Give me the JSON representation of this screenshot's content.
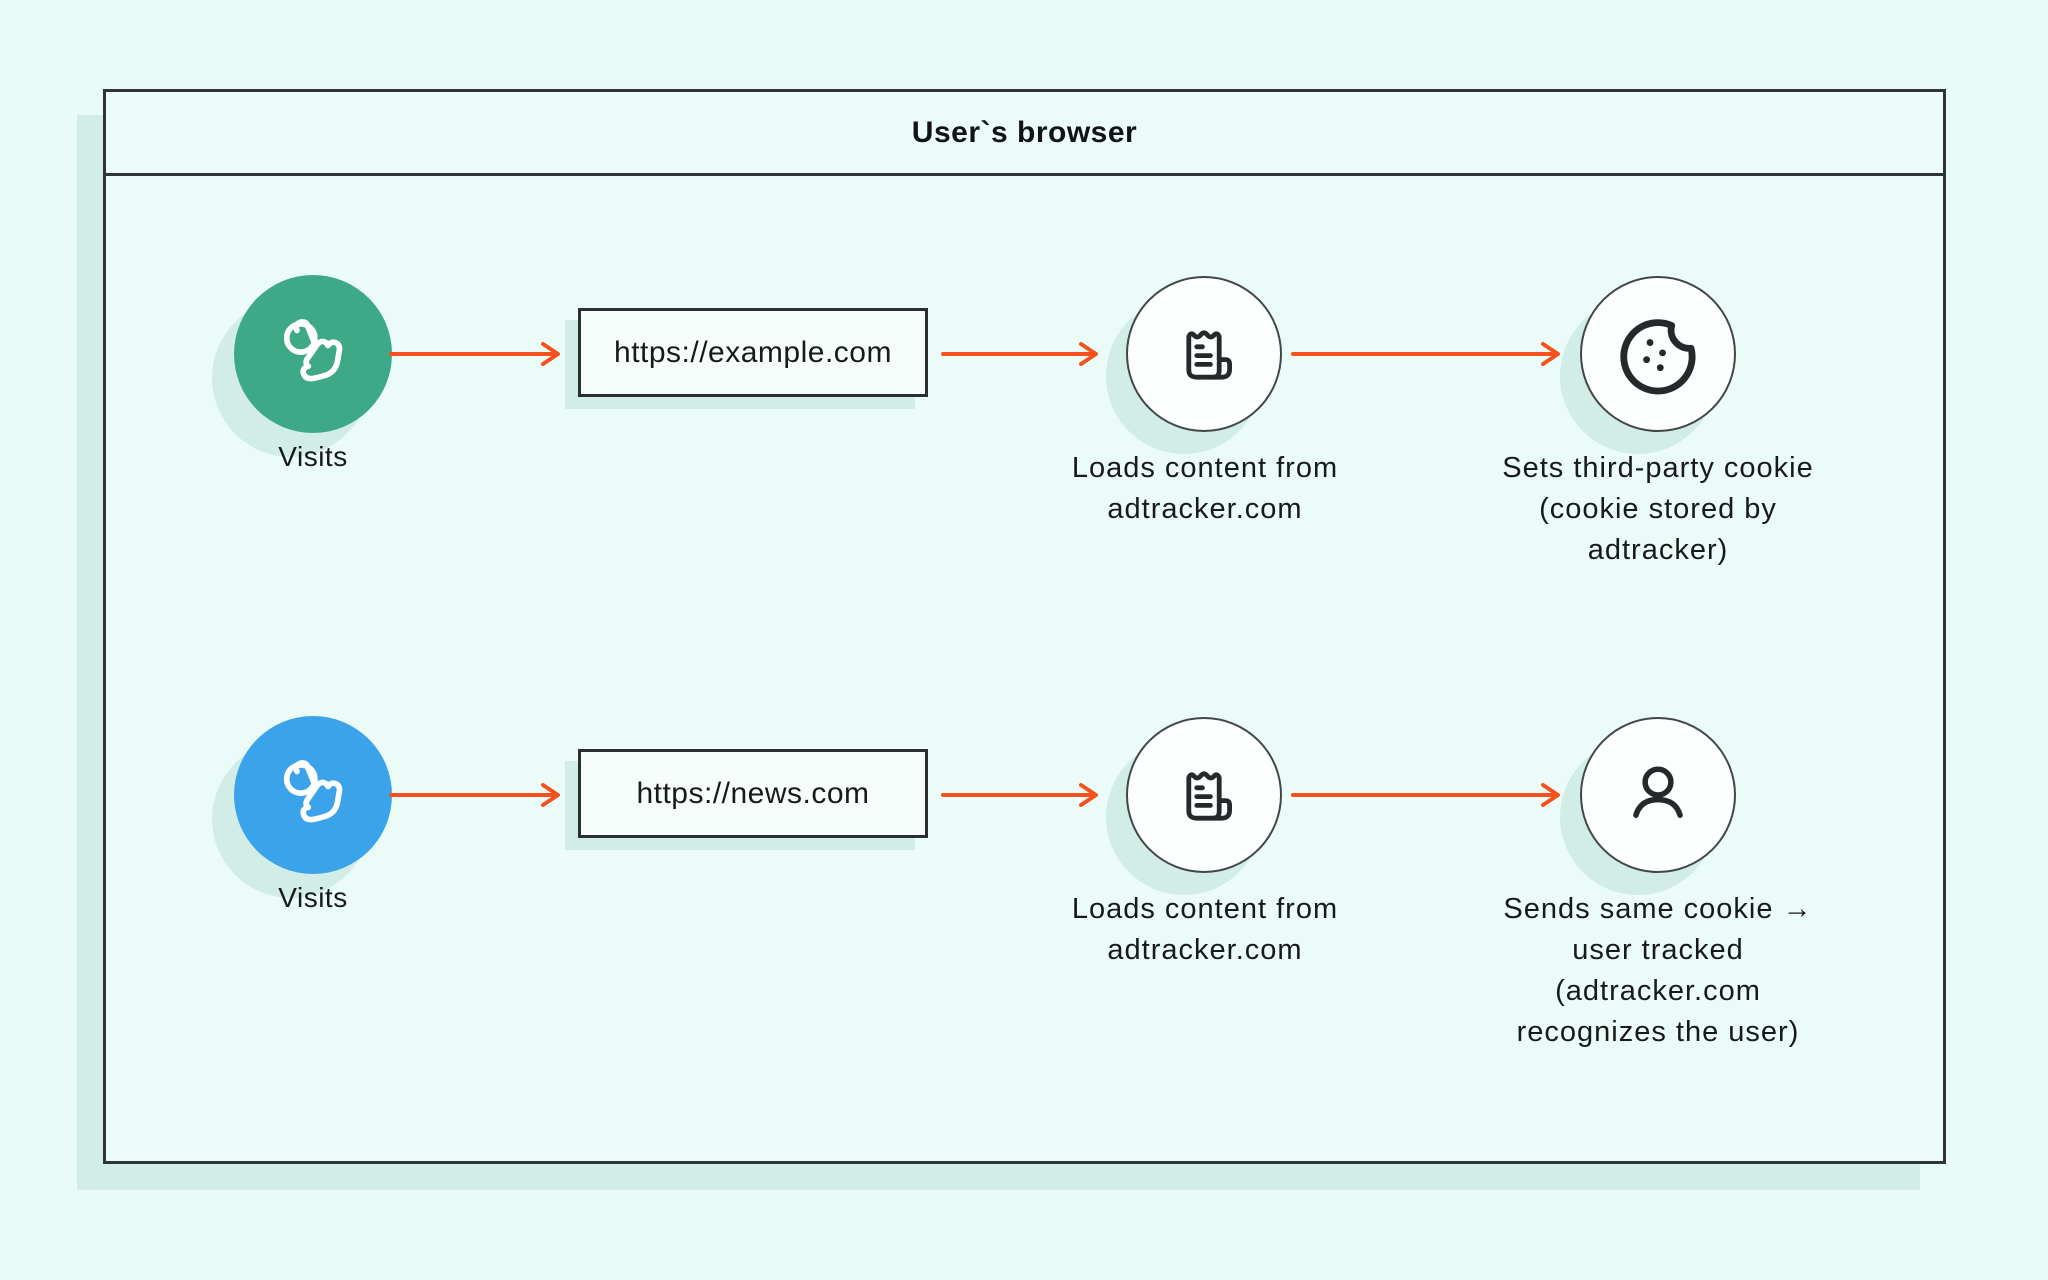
{
  "title": "User`s browser",
  "colors": {
    "background": "#E9FBF6",
    "shadow": "#D1EDE5",
    "frame_border": "#2F3436",
    "arrow": "#F4511E",
    "visit_green": "#3EA987",
    "visit_blue": "#3BA3E9",
    "text": "#17191A"
  },
  "rows": [
    {
      "visit_label": "Visits",
      "visit_icon": "touch-icon",
      "visit_color": "#3EA987",
      "url": "https://example.com",
      "load_icon": "receipt-icon",
      "load_caption": [
        "Loads content from",
        "adtracker.com"
      ],
      "result_icon": "cookie-icon",
      "result_caption": [
        "Sets third-party cookie",
        "(cookie stored by",
        "adtracker)"
      ]
    },
    {
      "visit_label": "Visits",
      "visit_icon": "touch-icon",
      "visit_color": "#3BA3E9",
      "url": "https://news.com",
      "load_icon": "receipt-icon",
      "load_caption": [
        "Loads content from",
        "adtracker.com"
      ],
      "result_icon": "user-icon",
      "result_caption": [
        "Sends same cookie →",
        "user tracked",
        "(adtracker.com",
        "recognizes the user)"
      ]
    }
  ]
}
